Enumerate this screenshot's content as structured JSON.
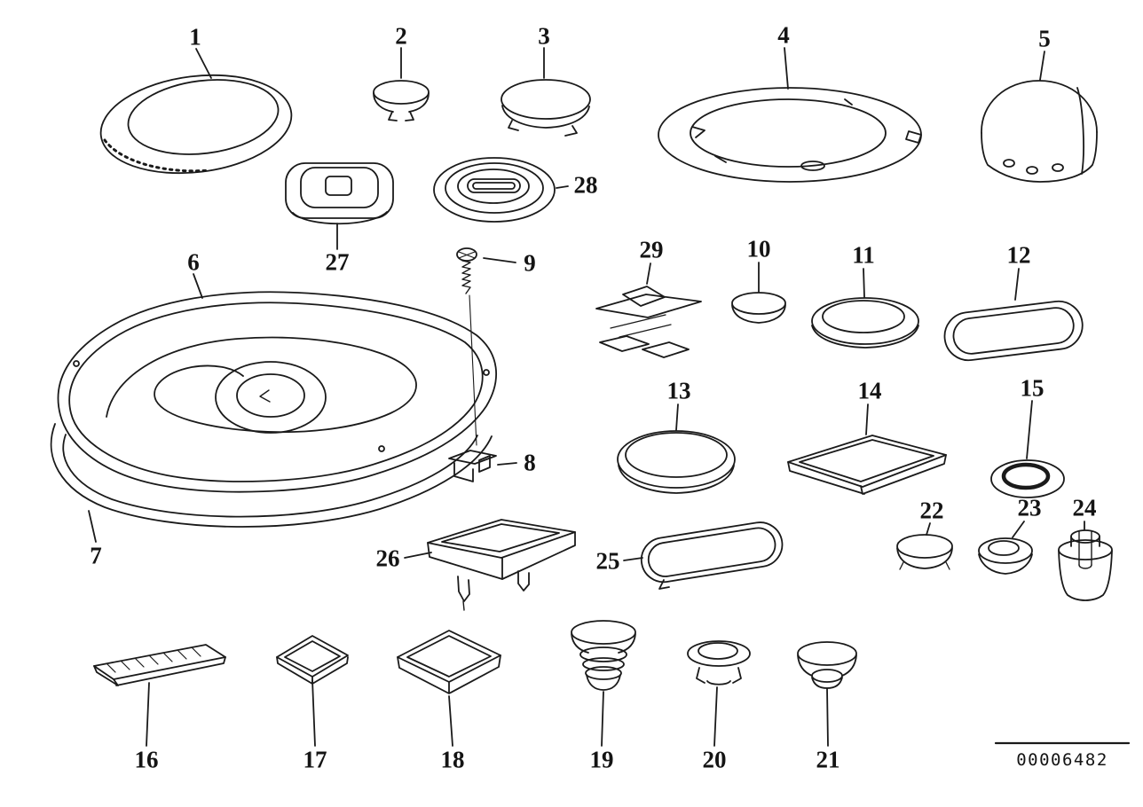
{
  "diagram": {
    "drawing_number": "00006482",
    "labels": [
      "1",
      "2",
      "3",
      "4",
      "5",
      "6",
      "7",
      "8",
      "9",
      "10",
      "11",
      "12",
      "13",
      "14",
      "15",
      "16",
      "17",
      "18",
      "19",
      "20",
      "21",
      "22",
      "23",
      "24",
      "25",
      "26",
      "27",
      "28",
      "29"
    ],
    "colors": {
      "ink": "#141414",
      "background": "#ffffff"
    }
  }
}
